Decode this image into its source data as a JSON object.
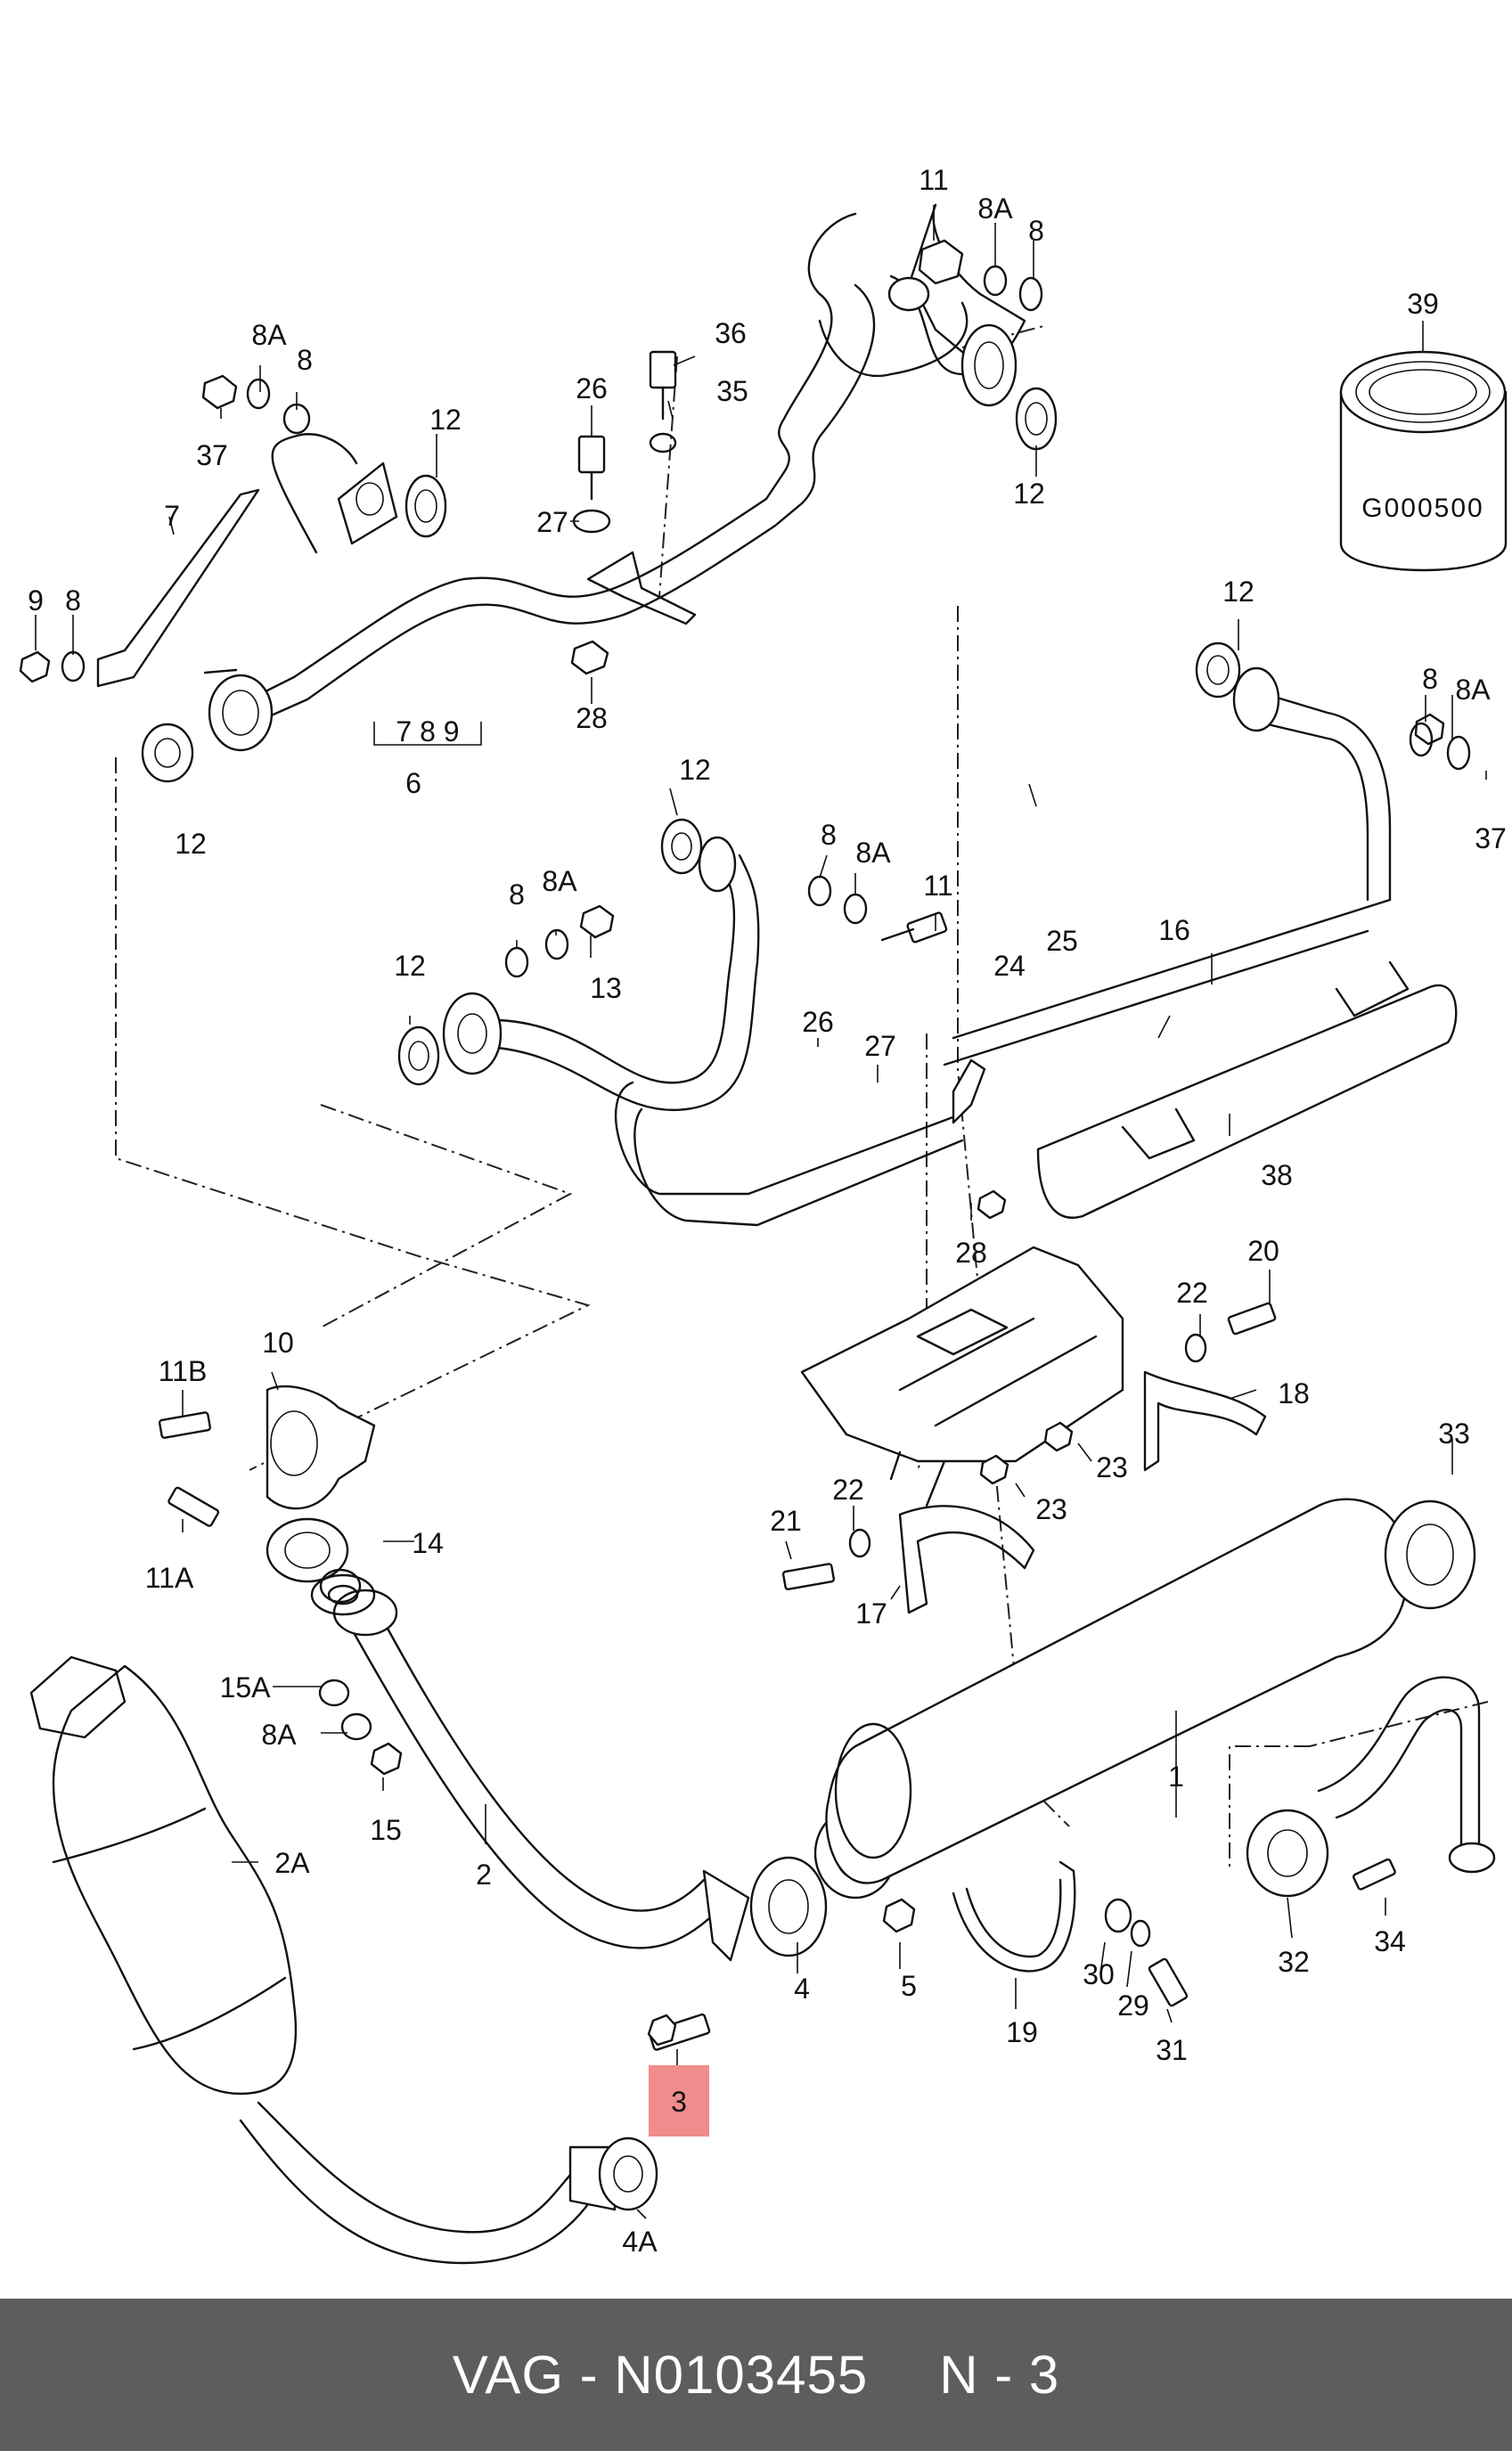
{
  "callouts": {
    "c11_top": "11",
    "c8A_top": "8A",
    "c8_top": "8",
    "c39": "39",
    "c36": "36",
    "c26_top": "26",
    "c35": "35",
    "c8A_left": "8A",
    "c8_left": "8",
    "c37_left": "37",
    "c12_left_top": "12",
    "c12_right_top": "12",
    "c7": "7",
    "c27_top": "27",
    "c9": "9",
    "c8_far_left": "8",
    "c789": "7  8  9",
    "c6": "6",
    "c28_top": "28",
    "c12_left_bottom": "12",
    "c12_mid": "12",
    "c12_right_mid": "12",
    "c8_right": "8",
    "c8A_right": "8A",
    "c37_right": "37",
    "c8_mid2": "8",
    "c8A_mid2": "8A",
    "c11_mid": "11",
    "c8_mid": "8",
    "c8A_mid": "8A",
    "c13": "13",
    "c12_mid2": "12",
    "c16": "16",
    "c24": "24",
    "c25": "25",
    "c26_mid": "26",
    "c27_mid": "27",
    "c38": "38",
    "c28_mid": "28",
    "c20": "20",
    "c22_right": "22",
    "c18": "18",
    "c10": "10",
    "c11B": "11B",
    "c11A": "11A",
    "c14": "14",
    "c23_a": "23",
    "c23_b": "23",
    "c22_mid": "22",
    "c21": "21",
    "c17": "17",
    "c33": "33",
    "c15A": "15A",
    "c8A_low": "8A",
    "c15": "15",
    "c2A": "2A",
    "c2": "2",
    "c1": "1",
    "c4": "4",
    "c5": "5",
    "c19": "19",
    "c30": "30",
    "c29": "29",
    "c31": "31",
    "c32": "32",
    "c34": "34",
    "c3": "3",
    "c4A": "4A"
  },
  "label_39": "G000500",
  "highlight_color": "#f08c8c",
  "footer": {
    "part_code": "VAG - N0103455",
    "position": "N - 3",
    "background": "#5d5d5d"
  }
}
